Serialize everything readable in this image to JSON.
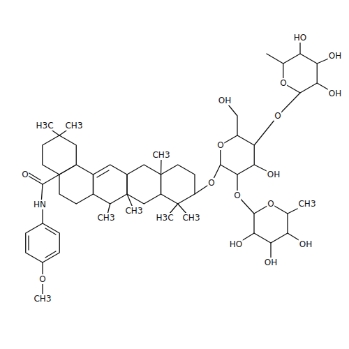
{
  "diagram": {
    "labels": [
      "H3C",
      "CH3",
      "O",
      "HN",
      "O",
      "CH3",
      "CH3",
      "CH3",
      "CH3",
      "H3C",
      "CH3",
      "O",
      "O",
      "OH",
      "OH",
      "O",
      "O",
      "HO",
      "OH",
      "OH",
      "O",
      "O",
      "CH3",
      "OH",
      "OH",
      "HO"
    ]
  }
}
